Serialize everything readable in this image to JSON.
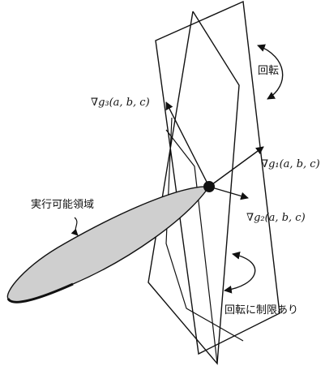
{
  "labels": {
    "grad_g3": "∇g₃(a, b, c)",
    "grad_g1": "∇g₁(a, b, c)",
    "grad_g2": "∇g₂(a, b, c)",
    "rotation": "回転",
    "feasible_region": "実行可能領域",
    "restricted_rotation": "回転に制限あり"
  },
  "colors": {
    "line": "#111111",
    "region_fill": "#cfcfcf",
    "background": "#ffffff"
  }
}
